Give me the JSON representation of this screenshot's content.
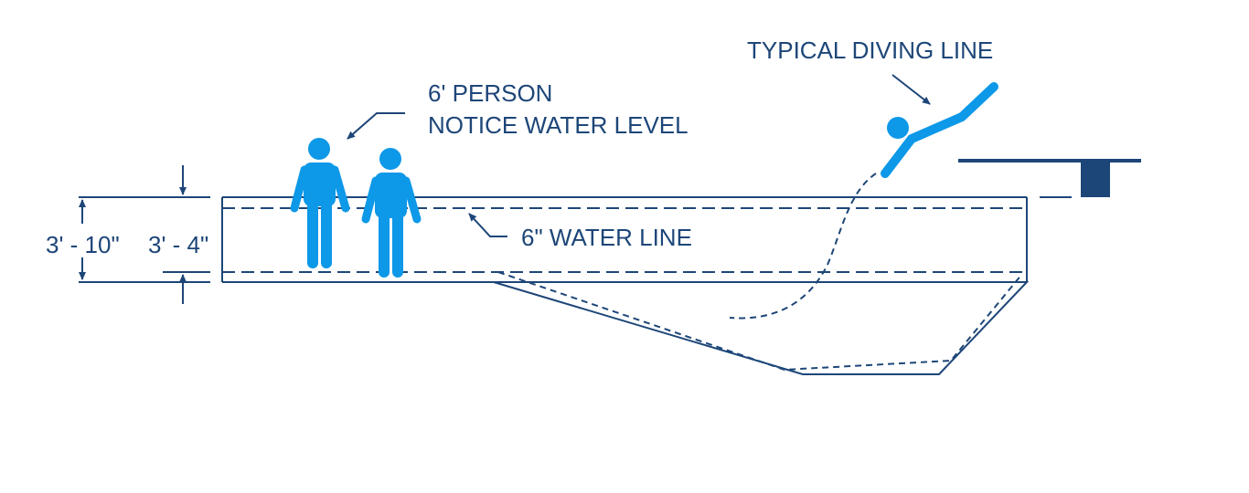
{
  "labels": {
    "dim_outer": "3' - 10\"",
    "dim_inner": "3' - 4\"",
    "person_line1": "6' PERSON",
    "person_line2": "NOTICE WATER LEVEL",
    "water_line": "6\" WATER LINE",
    "diving_line": "TYPICAL DIVING LINE"
  },
  "colors": {
    "line": "#1d4678",
    "figure": "#0d98e8",
    "background": "#ffffff"
  },
  "icons": {
    "person": "person-standing-icon",
    "diver": "diver-icon"
  }
}
